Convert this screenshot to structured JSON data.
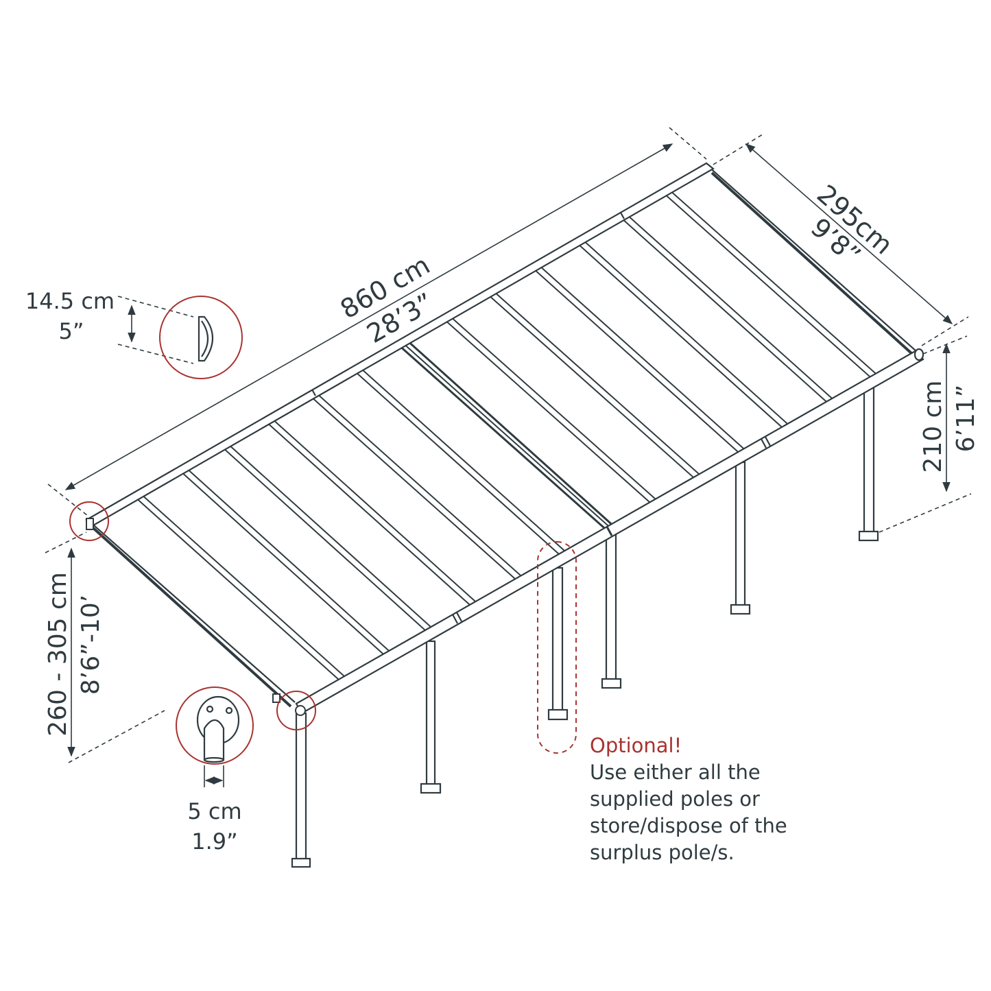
{
  "colors": {
    "line": "#2f3b40",
    "accent": "#a8332f",
    "background": "#ffffff"
  },
  "dimensions": {
    "length_cm": "860 cm",
    "length_in": "28’3”",
    "width_cm": "295cm",
    "width_in": "9’8”",
    "height_back_cm": "210 cm",
    "height_back_in": "6’11”",
    "height_front_cm": "260 - 305 cm",
    "height_front_in": "8’6”-10’"
  },
  "details": {
    "gutter_cm": "14.5 cm",
    "gutter_in": "5”",
    "pole_cm": "5 cm",
    "pole_in": "1.9”"
  },
  "note": {
    "title": "Optional!",
    "lines": [
      "Use either all the",
      "supplied poles or",
      "store/dispose of the",
      "surplus pole/s."
    ]
  }
}
